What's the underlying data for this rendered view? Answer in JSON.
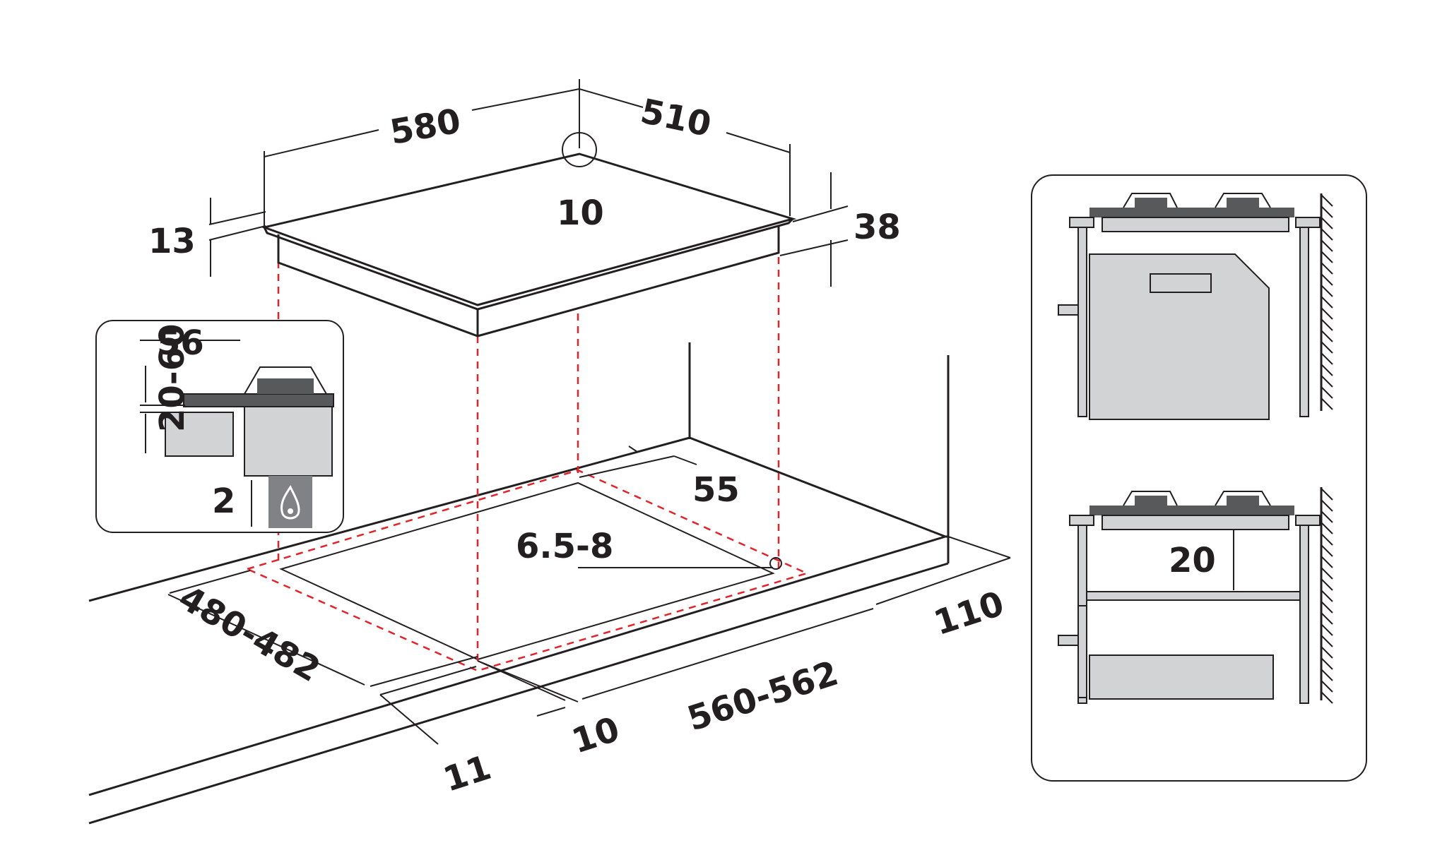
{
  "dimensions": {
    "width_580": "580",
    "depth_510": "510",
    "center_10": "10",
    "thickness_13": "13",
    "height_38": "38",
    "inset_56": "56",
    "range_20_60": "20-60",
    "gap_2": "2",
    "cut_55": "55",
    "corner_radius": "6.5-8",
    "cut_depth": "480-482",
    "cut_width": "560-562",
    "edge_110": "110",
    "edge_10": "10",
    "edge_11": "11",
    "gap_20": "20"
  },
  "colors": {
    "line": "#231f20",
    "cutout_guide": "#e2232a",
    "panel_fill": "#d1d3d4",
    "hob_top": "#58595b"
  },
  "icons": {
    "gas_flame": "flame-icon"
  }
}
